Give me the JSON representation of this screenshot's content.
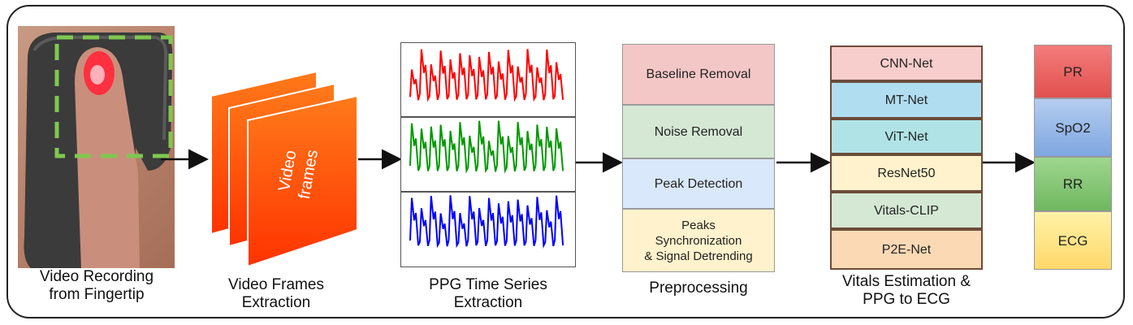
{
  "captions": {
    "video_recording": [
      "Video Recording",
      "from Fingertip"
    ],
    "frames_extraction": [
      "Video Frames",
      "Extraction"
    ],
    "ppg_extraction": [
      "PPG Time Series",
      "Extraction"
    ],
    "preprocessing": [
      "Preprocessing"
    ],
    "vitals": [
      "Vitals Estimation &",
      "PPG to ECG"
    ]
  },
  "frames_label": [
    "Video",
    "frames"
  ],
  "preprocessing_steps": [
    {
      "label": [
        "Baseline Removal"
      ],
      "color": "#f4c7c7"
    },
    {
      "label": [
        "Noise Removal"
      ],
      "color": "#d5e8d4"
    },
    {
      "label": [
        "Peak Detection"
      ],
      "color": "#dae8fc"
    },
    {
      "label": [
        "Peaks",
        "Synchronization",
        "& Signal Detrending"
      ],
      "color": "#fff2cc"
    }
  ],
  "models": [
    {
      "label": "CNN-Net",
      "color": "#f8cecc"
    },
    {
      "label": "MT-Net",
      "color": "#b1ddf0"
    },
    {
      "label": "ViT-Net",
      "color": "#b0e3e6"
    },
    {
      "label": "ResNet50",
      "color": "#fff2cc"
    },
    {
      "label": "Vitals-CLIP",
      "color": "#d5e8d4"
    },
    {
      "label": "P2E-Net",
      "color": "#fad9b4"
    }
  ],
  "outputs": [
    {
      "label": "PR",
      "top": "#f47c7c",
      "bottom": "#e0514f"
    },
    {
      "label": "SpO2",
      "top": "#b5cdf0",
      "bottom": "#7ea6e0"
    },
    {
      "label": "RR",
      "top": "#9fd68f",
      "bottom": "#6fb85f"
    },
    {
      "label": "ECG",
      "top": "#fff2a8",
      "bottom": "#ffd86a"
    }
  ],
  "signal_colors": [
    "#ff0000",
    "#009900",
    "#0000ff"
  ]
}
